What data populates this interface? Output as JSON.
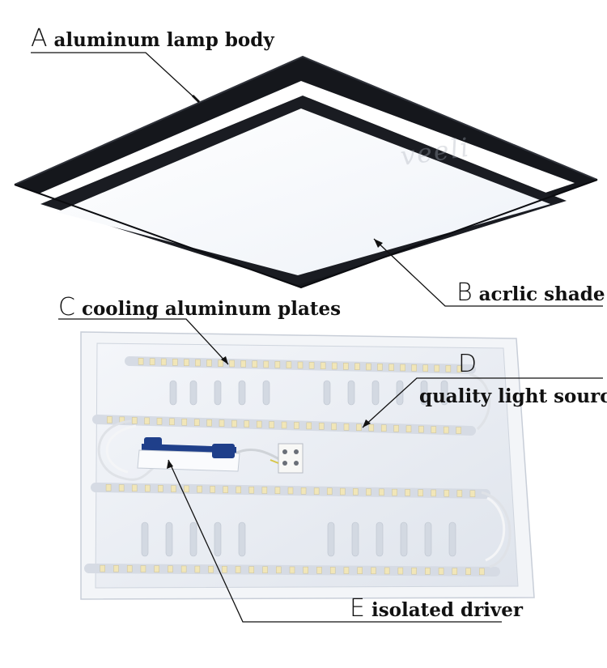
{
  "watermark": "veeli",
  "labels": {
    "a": {
      "letter": "A",
      "text": "aluminum lamp body"
    },
    "b": {
      "letter": "B",
      "text": "acrlic shade"
    },
    "c": {
      "letter": "C",
      "text": "cooling aluminum plates"
    },
    "d": {
      "letter": "D",
      "text": "quality light source"
    },
    "e": {
      "letter": "E",
      "text": "isolated driver"
    }
  },
  "colors": {
    "frame": "#15171c",
    "shade": "#f7f9fc",
    "plate": "#e9edf3",
    "led_strip": "#d6dbe4",
    "led": "#f1e6b8",
    "driver": "#1f3f8a"
  }
}
